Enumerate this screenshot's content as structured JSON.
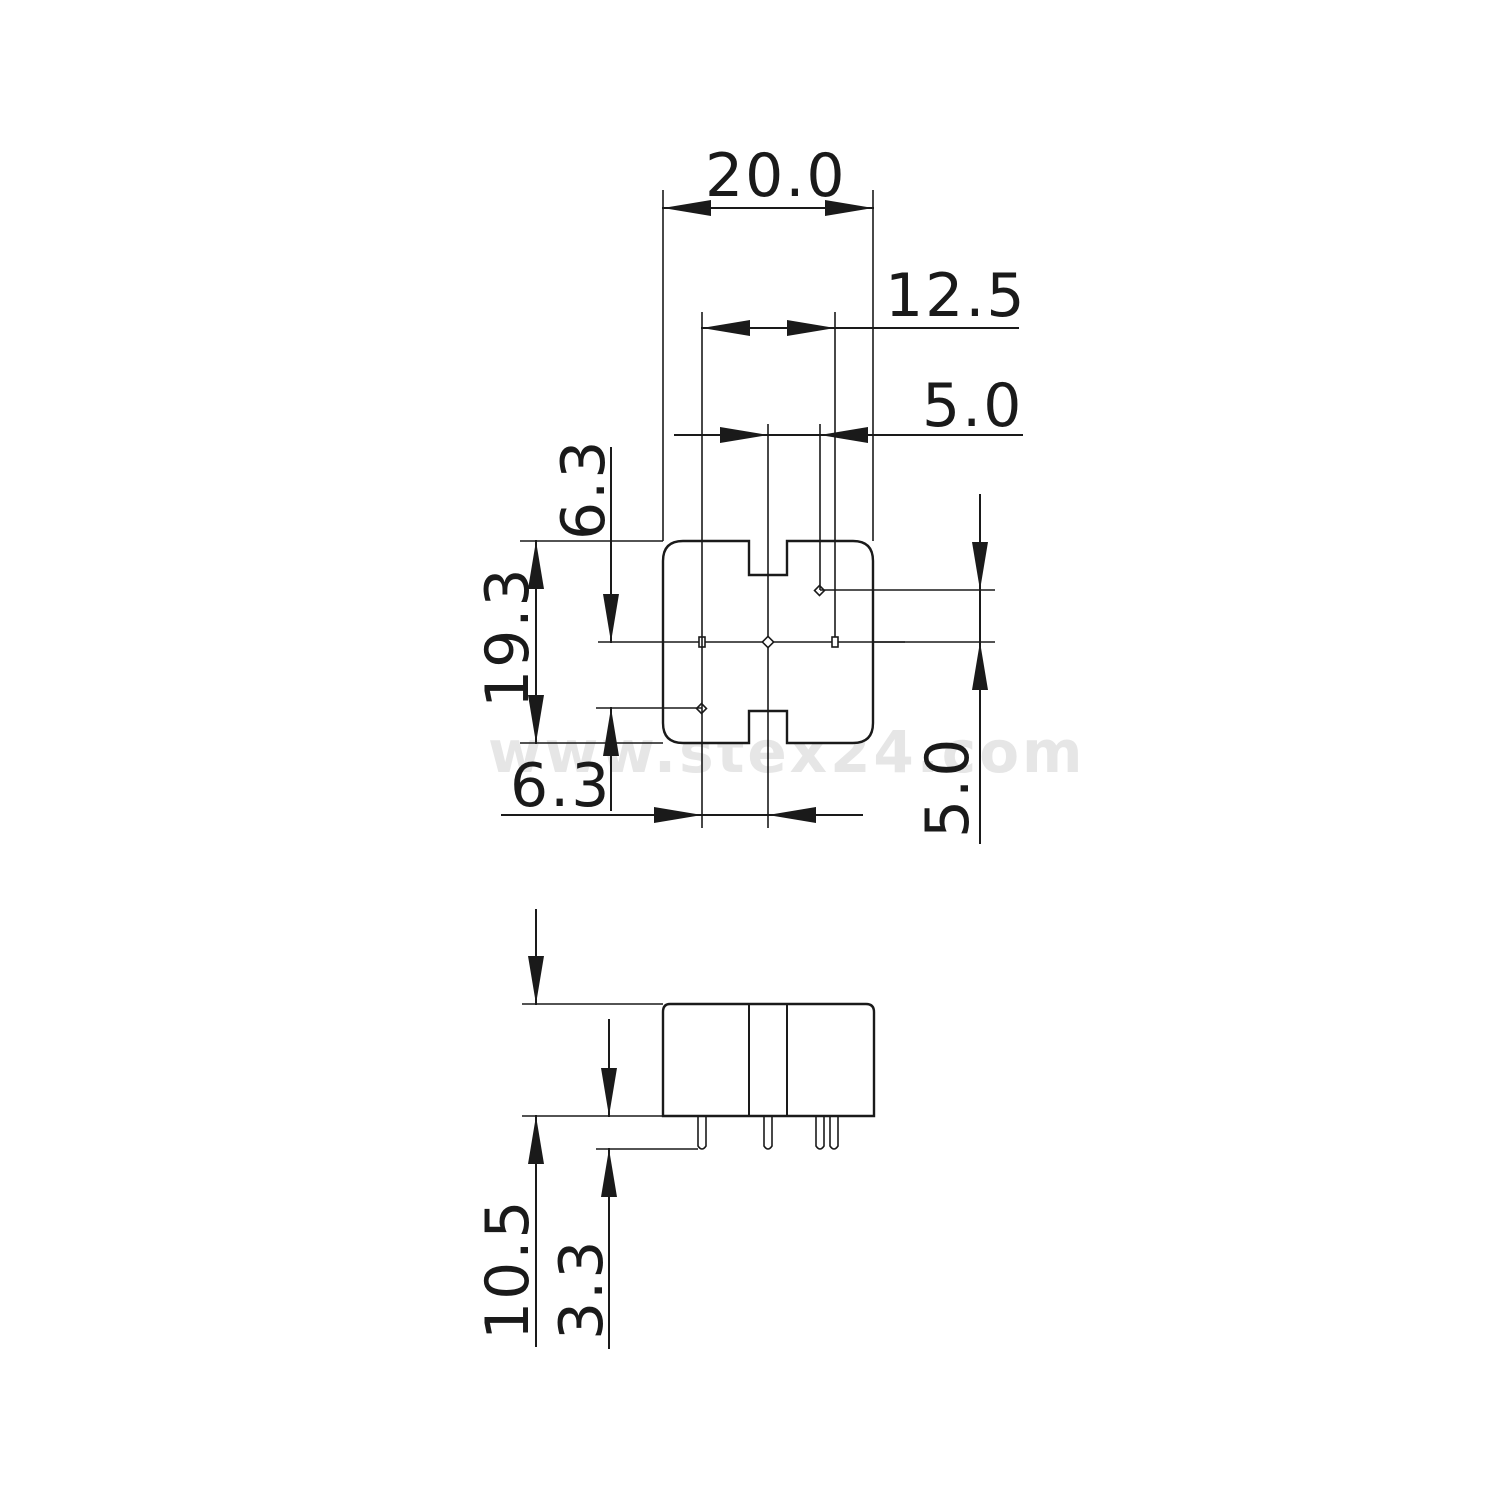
{
  "watermark": "www.stex24.com",
  "top_view": {
    "width_total": "20.0",
    "pin_span_outer": "12.5",
    "pin_offset": "5.0",
    "top_offset": "6.3",
    "height_total": "19.3",
    "bottom_offset": "6.3",
    "right_offset": "5.0"
  },
  "side_view": {
    "height_total": "10.5",
    "pin_length": "3.3"
  }
}
